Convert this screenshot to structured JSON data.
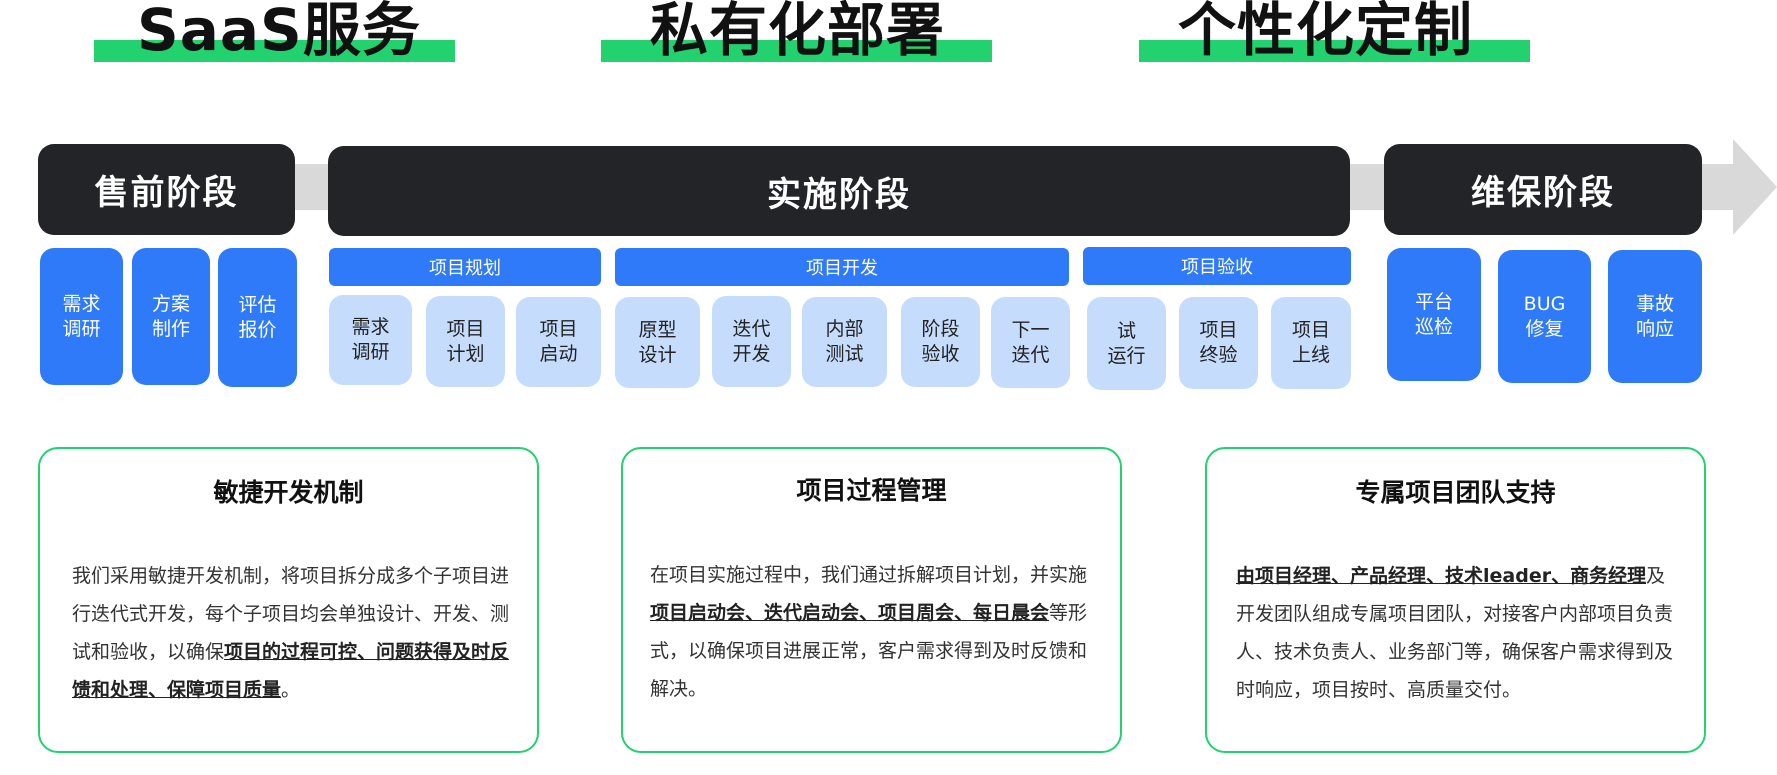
{
  "services": [
    {
      "label": "SaaS服务"
    },
    {
      "label": "私有化部署"
    },
    {
      "label": "个性化定制"
    }
  ],
  "stages": {
    "presale": {
      "title": "售前阶段",
      "items": [
        "需求\n调研",
        "方案\n制作",
        "评估\n报价"
      ]
    },
    "implementation": {
      "title": "实施阶段",
      "phases": [
        {
          "label": "项目规划",
          "items": [
            "需求\n调研",
            "项目\n计划",
            "项目\n启动"
          ]
        },
        {
          "label": "项目开发",
          "items": [
            "原型\n设计",
            "迭代\n开发",
            "内部\n测试",
            "阶段\n验收",
            "下一\n迭代"
          ]
        },
        {
          "label": "项目验收",
          "items": [
            "试\n运行",
            "项目\n终验",
            "项目\n上线"
          ]
        }
      ]
    },
    "maintenance": {
      "title": "维保阶段",
      "items": [
        "平台\n巡检",
        "BUG\n修复",
        "事故\n响应"
      ]
    }
  },
  "cards": [
    {
      "title": "敏捷开发机制",
      "text_before": "我们采用敏捷开发机制，将项目拆分成多个子项目进行迭代式开发，每个子项目均会单独设计、开发、测试和验收，以确保",
      "highlight": "项目的过程可控、问题获得及时反馈和处理、保障项目质量",
      "text_after": "。"
    },
    {
      "title": "项目过程管理",
      "text_before": "在项目实施过程中，我们通过拆解项目计划，并实施",
      "highlight": "项目启动会、迭代启动会、项目周会、每日晨会",
      "text_after": "等形式，以确保项目进展正常，客户需求得到及时反馈和解决。"
    },
    {
      "title": "专属项目团队支持",
      "text_before": "",
      "highlight": "由项目经理、产品经理、技术leader、商务经理",
      "text_after": "及开发团队组成专属项目团队，对接客户内部项目负责人、技术负责人、业务部门等，确保客户需求得到及时响应，项目按时、高质量交付。"
    }
  ],
  "colors": {
    "accent_green": "#22d26e",
    "stage_dark": "#222428",
    "tile_blue": "#2f7af8",
    "tile_light": "#c6dcfd",
    "band_gray": "#d9d9d9"
  }
}
